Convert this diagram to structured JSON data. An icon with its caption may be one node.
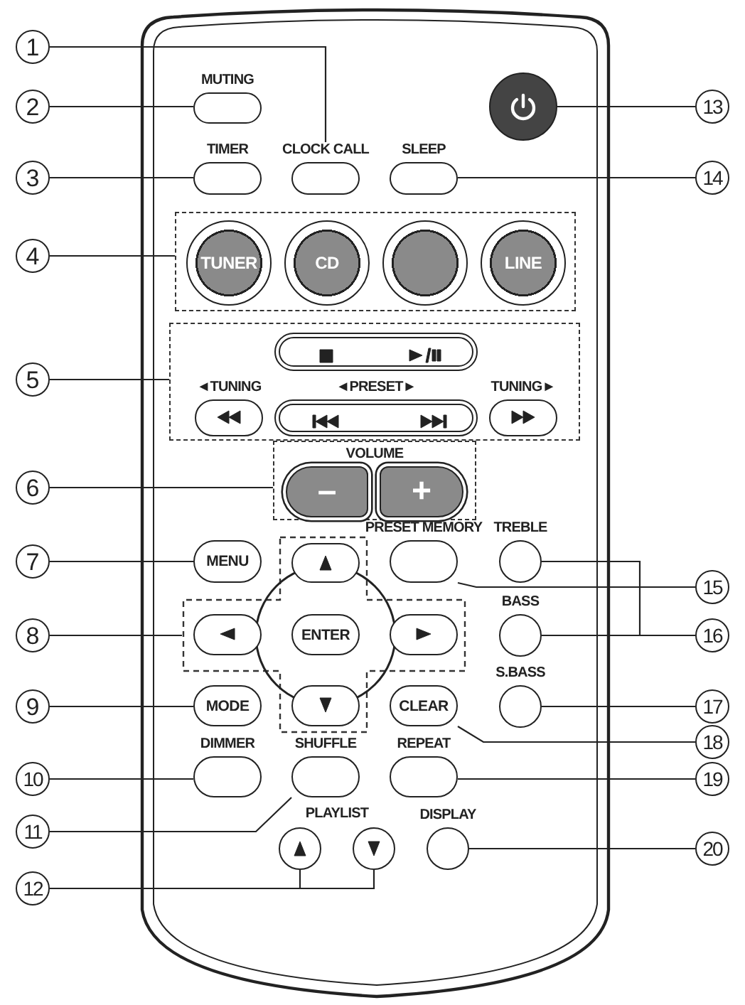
{
  "diagram": {
    "nodes": [
      {
        "text": [
          "1"
        ]
      },
      {
        "text": [
          "2"
        ]
      },
      {
        "text": [
          "3"
        ]
      },
      {
        "text": [
          "4"
        ]
      },
      {
        "text": [
          "5"
        ]
      },
      {
        "text": [
          "6"
        ]
      },
      {
        "text": [
          "7"
        ]
      },
      {
        "text": [
          "8"
        ]
      },
      {
        "text": [
          "9"
        ]
      },
      {
        "text": [
          "10"
        ]
      },
      {
        "text": [
          "11"
        ]
      },
      {
        "text": [
          "12"
        ]
      },
      {
        "text": [
          "13"
        ]
      },
      {
        "text": [
          "14"
        ]
      },
      {
        "text": [
          "15"
        ]
      },
      {
        "text": [
          "16"
        ]
      },
      {
        "text": [
          "17"
        ]
      },
      {
        "text": [
          "18"
        ]
      },
      {
        "text": [
          "19"
        ]
      },
      {
        "text": [
          "20"
        ]
      },
      {
        "text": [
          "CLOCK CALL"
        ]
      },
      {
        "text": [
          "MUTING"
        ]
      },
      {
        "text": [
          "TIMER"
        ]
      },
      {
        "text": [],
        "shape": "box"
      },
      {
        "text": [
          "TUNER"
        ],
        "in": 23
      },
      {
        "text": [
          "CD"
        ],
        "in": 23
      },
      {
        "text": [],
        "shape": "circle",
        "in": 23
      },
      {
        "text": [
          "LINE"
        ],
        "in": 23
      },
      {
        "text": [],
        "shape": "box"
      },
      {
        "text": [],
        "shape": "box",
        "in": 28
      },
      {
        "text": [
          "◄TUNING"
        ],
        "in": 28
      },
      {
        "text": [
          "◄PRESET►"
        ],
        "in": 28
      },
      {
        "text": [
          "TUNING►"
        ],
        "in": 28
      },
      {
        "text": [
          "VOLUME"
        ]
      },
      {
        "text": [
          "–"
        ],
        "in": 33
      },
      {
        "text": [
          "+"
        ],
        "in": 33
      },
      {
        "text": [
          "MENU"
        ]
      },
      {
        "text": [],
        "shape": "box"
      },
      {
        "text": [],
        "shape": "box",
        "in": 37
      },
      {
        "text": [],
        "shape": "box",
        "in": 37
      },
      {
        "text": [
          "ENTER"
        ],
        "in": 37
      },
      {
        "text": [],
        "shape": "box",
        "in": 37
      },
      {
        "text": [],
        "shape": "box",
        "in": 37
      },
      {
        "text": [
          "MODE"
        ]
      },
      {
        "text": [
          "DIMMER"
        ]
      },
      {
        "text": [
          "SHUFFLE"
        ]
      },
      {
        "text": [],
        "shape": "circle"
      },
      {
        "text": [],
        "shape": "circle"
      },
      {
        "text": [],
        "shape": "circle"
      },
      {
        "text": [
          "SLEEP"
        ]
      },
      {
        "text": [
          "PRESET MEMORY"
        ]
      },
      {
        "text": [
          "TREBLE"
        ]
      },
      {
        "text": [
          "BASS"
        ]
      },
      {
        "text": [
          "S.BASS"
        ]
      },
      {
        "text": [
          "CLEAR"
        ]
      },
      {
        "text": [
          "REPEAT"
        ]
      },
      {
        "text": [
          "DISPLAY"
        ]
      }
    ],
    "edges": [
      {
        "from": 0,
        "to": 20,
        "arrow": "none"
      },
      {
        "from": 1,
        "to": 21,
        "arrow": "none"
      },
      {
        "from": 2,
        "to": 22,
        "arrow": "none"
      },
      {
        "from": 3,
        "to": 23,
        "arrow": "none"
      },
      {
        "from": 4,
        "to": 28,
        "arrow": "none"
      },
      {
        "from": 5,
        "to": 33,
        "arrow": "none"
      },
      {
        "from": 6,
        "to": 36,
        "arrow": "none"
      },
      {
        "from": 7,
        "to": 37,
        "arrow": "none"
      },
      {
        "from": 8,
        "to": 43,
        "arrow": "none"
      },
      {
        "from": 9,
        "to": 44,
        "arrow": "none"
      },
      {
        "from": 10,
        "to": 45,
        "arrow": "none"
      },
      {
        "from": 11,
        "to": 46,
        "arrow": "none"
      },
      {
        "from": 11,
        "to": 47,
        "arrow": "none"
      },
      {
        "from": 12,
        "to": 48,
        "arrow": "none"
      },
      {
        "from": 13,
        "to": 49,
        "arrow": "none"
      },
      {
        "from": 14,
        "to": 50,
        "arrow": "none"
      },
      {
        "from": 15,
        "to": 51,
        "arrow": "none"
      },
      {
        "from": 15,
        "to": 52,
        "arrow": "none"
      },
      {
        "from": 16,
        "to": 53,
        "arrow": "none"
      },
      {
        "from": 17,
        "to": 54,
        "arrow": "none"
      },
      {
        "from": 18,
        "to": 55,
        "arrow": "none"
      },
      {
        "from": 19,
        "to": 56,
        "arrow": "none"
      }
    ],
    "labels": [
      "PLAYLIST"
    ]
  }
}
